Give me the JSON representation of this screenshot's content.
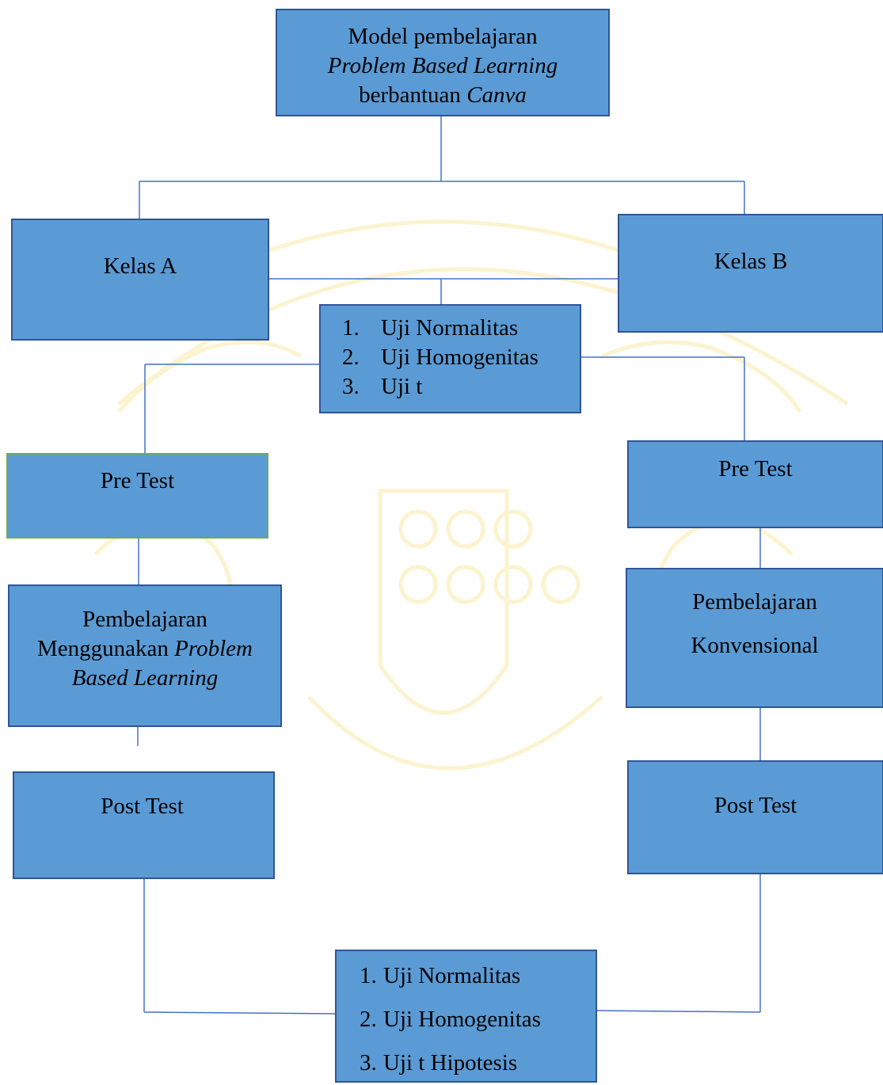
{
  "diagram": {
    "top_box": {
      "line1": "Model pembelajaran",
      "line2": "Problem Based Learning",
      "line3_plain": "berbantuan ",
      "line3_italic": "Canva"
    },
    "kelas_a": {
      "label": "Kelas A"
    },
    "kelas_b": {
      "label": "Kelas B"
    },
    "analysis_1": {
      "items": [
        {
          "num": "1.",
          "text": "Uji Normalitas"
        },
        {
          "num": "2.",
          "text": "Uji Homogenitas"
        },
        {
          "num": "3.",
          "text": "Uji t"
        }
      ]
    },
    "pretest_a": {
      "label": "Pre Test"
    },
    "pretest_b": {
      "label": "Pre Test"
    },
    "learning_a": {
      "line1": "Pembelajaran",
      "line2_plain": "Menggunakan ",
      "line2_italic": "Problem",
      "line3_italic": "Based Learning"
    },
    "learning_b": {
      "line1": "Pembelajaran",
      "line2": "Konvensional"
    },
    "posttest_a": {
      "label": "Post Test"
    },
    "posttest_b": {
      "label": "Post Test"
    },
    "analysis_2": {
      "items": [
        {
          "num": "1.",
          "text": "Uji Normalitas"
        },
        {
          "num": "2.",
          "text": "Uji Homogenitas"
        },
        {
          "num": "3.",
          "text": "Uji t Hipotesis"
        }
      ]
    },
    "colors": {
      "box_fill": "#5b9bd5",
      "box_border": "#2f5597",
      "line": "#4472c4",
      "watermark": "#fdf3c8"
    }
  }
}
